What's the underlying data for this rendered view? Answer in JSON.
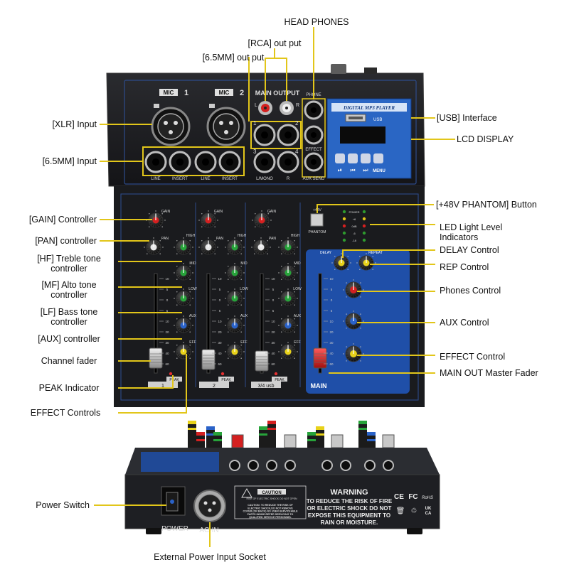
{
  "top_unit": {
    "mic_labels": [
      "MIC",
      "MIC"
    ],
    "mic_numbers": [
      "1",
      "2"
    ],
    "main_output": "MAIN OUTPUT",
    "phone": "PHONE",
    "effect": "EFFECT",
    "aux_send": "AUX SEND",
    "mp3_title": "DIGITAL MP3 PLAYER",
    "usb": "USB",
    "menu": "MENU",
    "jack_labels": [
      "LINE",
      "INSERT",
      "LINE",
      "INSERT",
      "L/MONO",
      "R"
    ],
    "rca_l": "L",
    "rca_r": "R",
    "out_nums": [
      "1",
      "2",
      "3",
      "4"
    ],
    "phantom_48v": "+48V",
    "phantom": "PHANTOM",
    "level_labels": [
      "POWER",
      "+6",
      "0dB",
      "-6",
      "-18"
    ],
    "gain": "GAIN",
    "pan": "PAN",
    "high": "HIGH",
    "mid": "MID",
    "low": "LOW",
    "aux": "AUX",
    "eff": "EFF",
    "delay": "DELAY",
    "repeat": "REPEAT",
    "peak": "PEAK",
    "strip_labels": [
      "1",
      "2",
      "3/4 usb"
    ],
    "main": "MAIN",
    "fader_scale": [
      "10",
      "5",
      "0",
      "5",
      "10",
      "20",
      "30",
      "40",
      "60"
    ]
  },
  "bottom_unit": {
    "caution": "CAUTION",
    "caution_sub": "RISK OF ELECTRIC SHOCK DO NOT OPEN",
    "caution_text": [
      "CAUTION: TO REDUCE THE RISK OF",
      "ELECTRIC SHOCK,DO NOT REMOVE",
      "COVER (OR BACK) NO USER-SERVICEABLE",
      "PARTS INSIDE.REFER SERVICING TO",
      "QUALIFIED SERVICE PERSONNEL"
    ],
    "warning": "WARNING",
    "warning_text": [
      "TO REDUCE THE RISK OF FIRE",
      "OR ELECTRIC SHOCK DO NOT",
      "EXPOSE THIS EQUIPMENT TO",
      "RAIN OR MOISTURE."
    ],
    "power": "POWER",
    "ac_in": "AC-IN",
    "cert": [
      "CE",
      "FC",
      "RoHS",
      "UK",
      "CA"
    ]
  },
  "callouts": {
    "head_phones": "HEAD PHONES",
    "rca_out": "[RCA] out put",
    "mm_out": "[6.5MM] out put",
    "usb_interface": "[USB] Interface",
    "lcd_display": "LCD DISPLAY",
    "xlr_input": "[XLR] Input",
    "mm_input": "[6.5MM] Input",
    "phantom_button": "[+48V PHANTOM] Button",
    "gain_controller": "[GAIN] Controller",
    "pan_controller": "[PAN] controller",
    "led_level_1": "LED Light Level",
    "led_level_2": "Indicators",
    "hf_1": "[HF] Treble tone",
    "hf_2": "controller",
    "delay_control": "DELAY Control",
    "rep_control": "REP Control",
    "mf_1": "[MF] Alto tone",
    "mf_2": "controller",
    "phones_control": "Phones Control",
    "lf_1": "[LF] Bass tone",
    "lf_2": "controller",
    "aux_control": "AUX Control",
    "aux_controller": "[AUX] controller",
    "channel_fader": "Channel fader",
    "effect_control": "EFFECT Control",
    "main_out_fader": "MAIN OUT Master Fader",
    "peak_indicator": "PEAK Indicator",
    "effect_controls": "EFFECT Controls",
    "power_switch": "Power Switch",
    "ext_power": "External Power Input Socket"
  },
  "colors": {
    "leader_line": "#e2c61a",
    "panel": "#1b1c1f",
    "main_panel": "#1f4fa8",
    "mp3_panel": "#2a66c4",
    "knob_red": "#d42020",
    "knob_green": "#27a33a",
    "knob_blue": "#2a62c8",
    "knob_yellow": "#e8d21a",
    "knob_white": "#e8e8e8"
  }
}
